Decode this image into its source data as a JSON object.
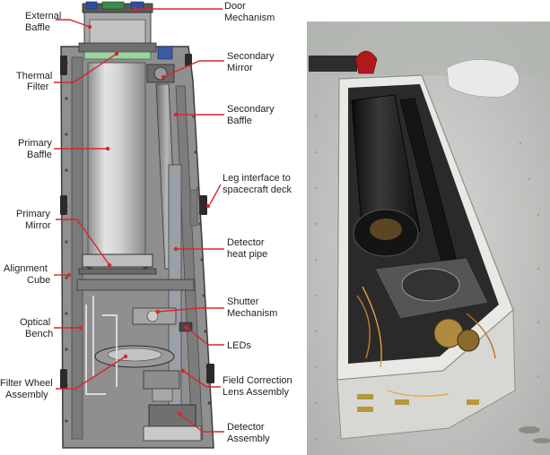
{
  "left_panel": {
    "labels": {
      "external_baffle": [
        "External",
        "Baffle"
      ],
      "door_mechanism": [
        "Door",
        "Mechanism"
      ],
      "thermal_filter": [
        "Thermal",
        "Filter"
      ],
      "secondary_mirror": [
        "Secondary",
        "Mirror"
      ],
      "secondary_baffle": [
        "Secondary",
        "Baffle"
      ],
      "primary_baffle": [
        "Primary",
        "Baffle"
      ],
      "leg_interface": [
        "Leg interface to",
        "spacecraft deck"
      ],
      "primary_mirror": [
        "Primary",
        "Mirror"
      ],
      "detector_heat_pipe": [
        "Detector",
        "heat pipe"
      ],
      "alignment_cube": [
        "Alignment",
        "Cube"
      ],
      "shutter_mechanism": [
        "Shutter",
        "Mechanism"
      ],
      "optical_bench": [
        "Optical",
        "Bench"
      ],
      "leds": [
        "LEDs"
      ],
      "filter_wheel_assembly": [
        "Filter Wheel",
        "Assembly"
      ],
      "field_correction_lens": [
        "Field  Correction",
        "Lens Assembly"
      ],
      "detector_assembly": [
        "Detector",
        "Assembly"
      ]
    }
  },
  "colors": {
    "leader": "#d8262c",
    "housing": "#8e8e8e",
    "housing_dark": "#5a5a5a",
    "tube": "#c9c9c9",
    "photo_bg": "#c4c6c3"
  }
}
